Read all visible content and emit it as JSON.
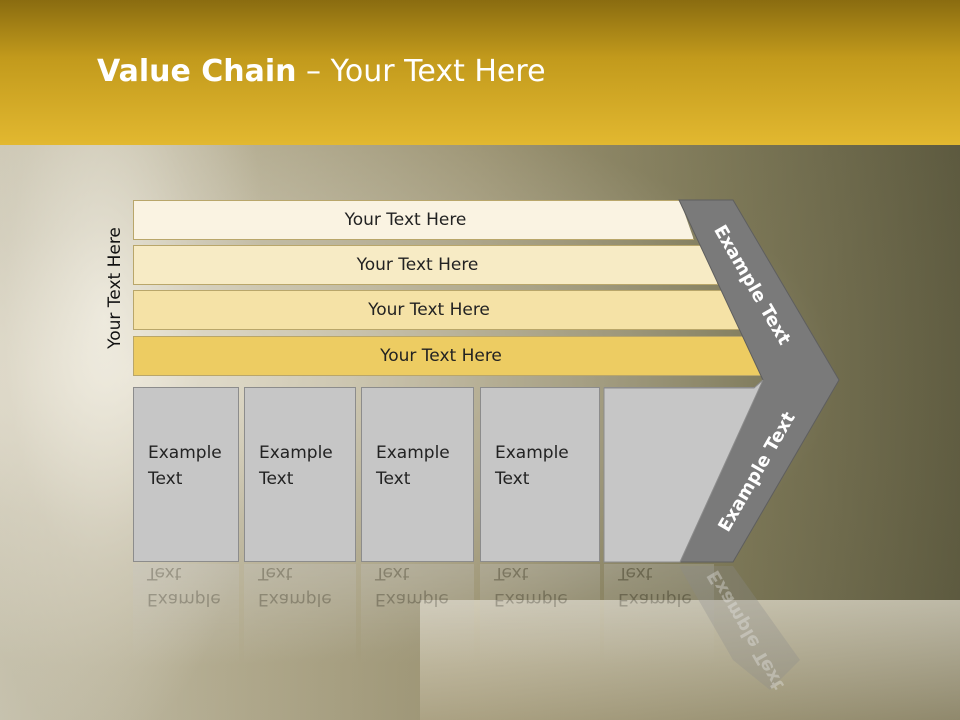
{
  "slide": {
    "title_bold": "Value Chain",
    "title_rest": " – Your Text Here",
    "side_label": "Your Text Here",
    "bands": [
      "Your Text Here",
      "Your Text Here",
      "Your Text Here",
      "Your Text Here"
    ],
    "cells": [
      {
        "line1": "Example",
        "line2": "Text"
      },
      {
        "line1": "Example",
        "line2": "Text"
      },
      {
        "line1": "Example",
        "line2": "Text"
      },
      {
        "line1": "Example",
        "line2": "Text"
      },
      {
        "line1": "Example",
        "line2": "Text"
      }
    ],
    "chevron_top_label": "Example Text",
    "chevron_bottom_label": "Example Text"
  },
  "colors": {
    "header": "#c29a1c",
    "band_light": "#faf3e2",
    "band_dark": "#edcc62",
    "cell": "#c6c6c6",
    "chevron": "#7a7a7a"
  }
}
